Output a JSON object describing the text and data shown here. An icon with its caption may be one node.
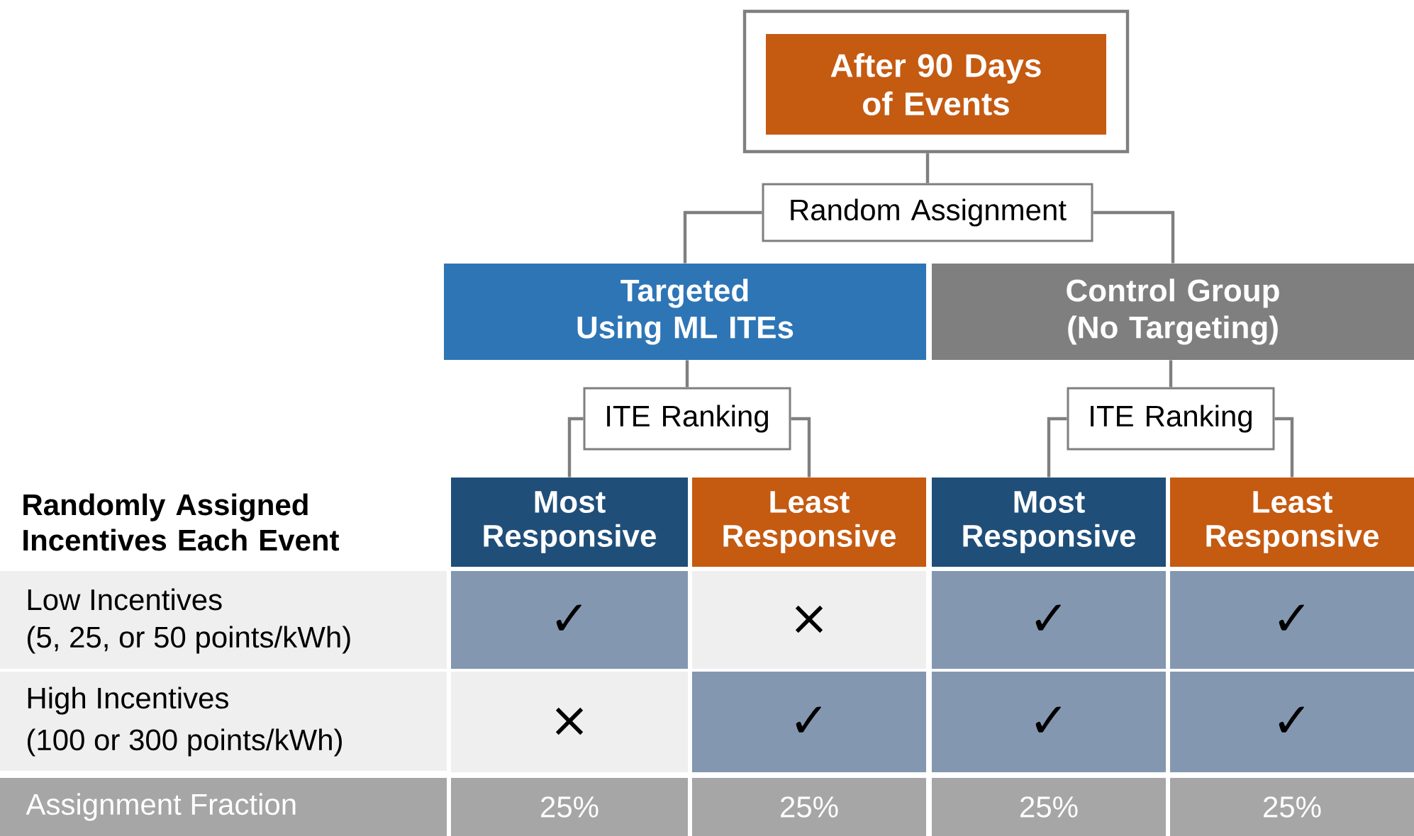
{
  "diagram": {
    "nodes": [
      {
        "text": [],
        "shape": "box"
      },
      {
        "text": [
          "After 90 Days of Events"
        ],
        "in": 0
      },
      {
        "text": [
          "Random Assignment"
        ]
      },
      {
        "text": [
          "Targeted Using ML ITEs"
        ]
      },
      {
        "text": [
          "Control Group (No Targeting)"
        ]
      },
      {
        "text": [
          "ITE Ranking"
        ]
      },
      {
        "text": [
          "ITE Ranking"
        ]
      },
      {
        "text": [
          "Most Responsive"
        ]
      },
      {
        "text": [
          "Least Responsive"
        ]
      },
      {
        "text": [
          "Most Responsive"
        ]
      },
      {
        "text": [
          "Least Responsive"
        ]
      }
    ],
    "edges": [
      {
        "from": 0,
        "to": 2,
        "arrow": "none"
      },
      {
        "from": 2,
        "to": 3,
        "arrow": "none"
      },
      {
        "from": 2,
        "to": 4,
        "arrow": "none"
      },
      {
        "from": 3,
        "to": 5,
        "arrow": "none"
      },
      {
        "from": 4,
        "to": 6,
        "arrow": "none"
      },
      {
        "from": 5,
        "to": 7,
        "arrow": "none"
      },
      {
        "from": 5,
        "to": 8,
        "arrow": "none"
      },
      {
        "from": 6,
        "to": 9,
        "arrow": "none"
      },
      {
        "from": 6,
        "to": 10,
        "arrow": "none"
      }
    ],
    "labels": [
      "Randomly Assigned Incentives Each Event",
      "Low Incentives",
      "(5, 25, or 50 points/kWh)",
      "✓",
      "×",
      "✓",
      "✓",
      "High Incentives",
      "(100 or 300 points/kWh)",
      "×",
      "✓",
      "✓",
      "✓",
      "Assignment Fraction",
      "25%",
      "25%",
      "25%",
      "25%"
    ]
  }
}
